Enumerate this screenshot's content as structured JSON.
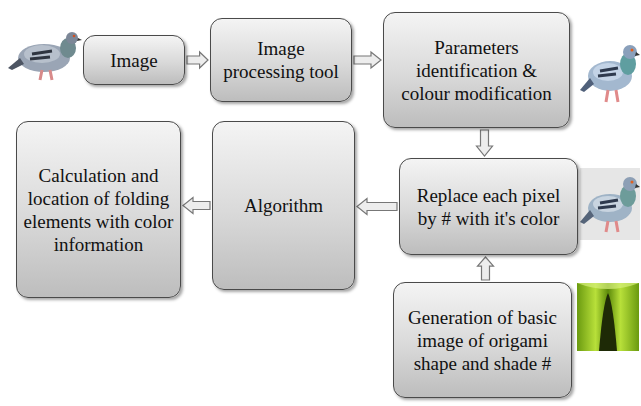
{
  "diagram": {
    "nodes": [
      {
        "text": [
          "Image"
        ]
      },
      {
        "text": [
          "Image processing tool"
        ]
      },
      {
        "text": [
          "Parameters identification & colour modification"
        ]
      },
      {
        "text": [
          "Replace each pixel by # with it's color"
        ]
      },
      {
        "text": [
          "Generation of basic image of origami shape and shade #"
        ]
      },
      {
        "text": [
          "Algorithm"
        ]
      },
      {
        "text": [
          "Calculation and location of folding elements with color information"
        ]
      }
    ],
    "edges": [
      {
        "from": 0,
        "to": 1,
        "arrow": "to"
      },
      {
        "from": 1,
        "to": 2,
        "arrow": "to"
      },
      {
        "from": 2,
        "to": 3,
        "arrow": "to"
      },
      {
        "from": 4,
        "to": 3,
        "arrow": "to"
      },
      {
        "from": 3,
        "to": 5,
        "arrow": "to"
      },
      {
        "from": 5,
        "to": 6,
        "arrow": "to"
      }
    ]
  }
}
